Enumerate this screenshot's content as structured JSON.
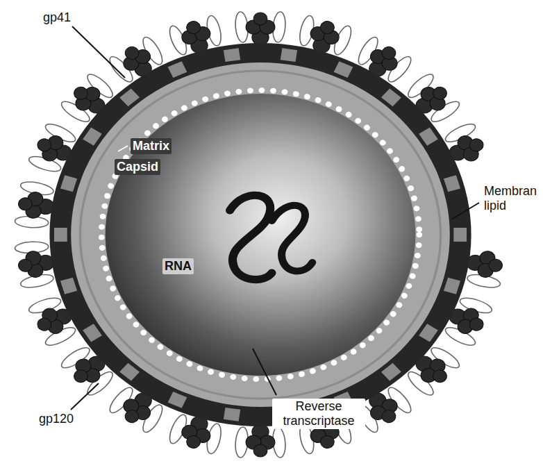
{
  "diagram": {
    "labels": [
      "gp41",
      "Matrix",
      "Capsid",
      "Membran lipid",
      "RNA",
      "gp120",
      "Reverse transcriptase"
    ]
  }
}
